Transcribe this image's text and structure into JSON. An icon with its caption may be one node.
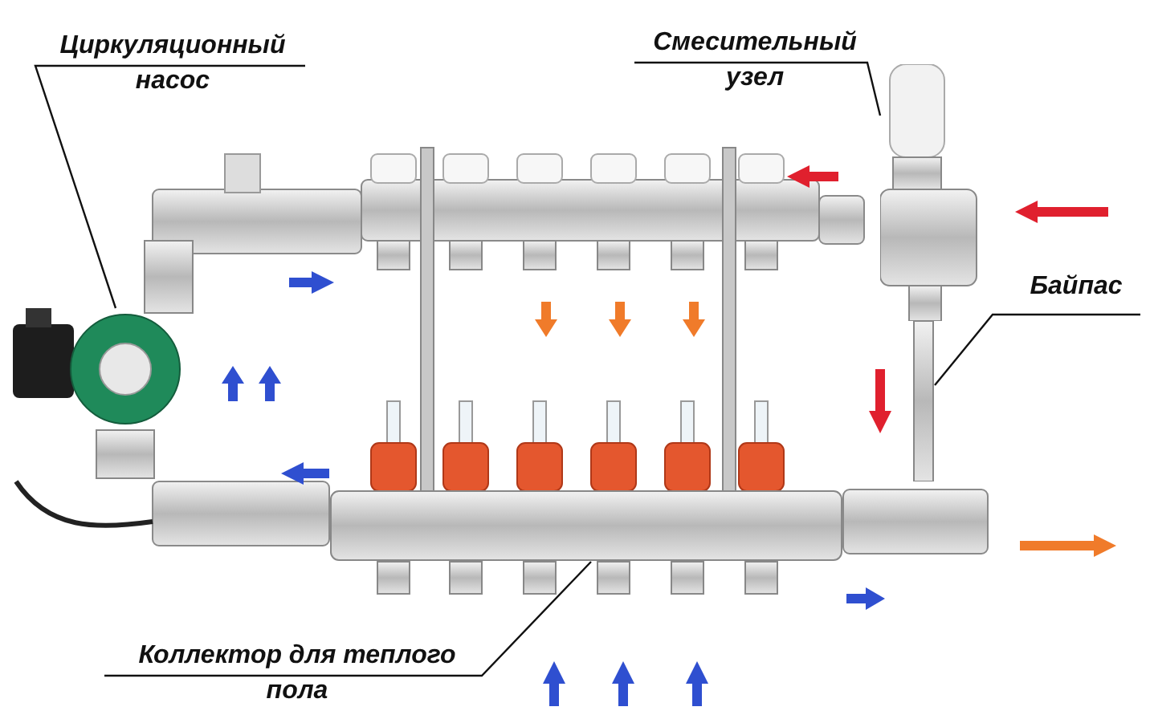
{
  "diagram": {
    "nodes": [
      {
        "text": [
          "Циркуляционный насос"
        ]
      },
      {
        "text": [],
        "shape": "picture"
      },
      {
        "text": [
          "Смесительный узел"
        ]
      },
      {
        "text": [],
        "shape": "picture"
      },
      {
        "text": [
          "Байпас"
        ]
      },
      {
        "text": [],
        "shape": "picture"
      },
      {
        "text": [
          "Коллектор для теплого пола"
        ]
      },
      {
        "text": [],
        "shape": "picture"
      }
    ],
    "edges": [
      {
        "from": 0,
        "to": 1,
        "arrow": "none"
      },
      {
        "from": 2,
        "to": 3,
        "arrow": "none"
      },
      {
        "from": 4,
        "to": 5,
        "arrow": "none"
      },
      {
        "from": 6,
        "to": 7,
        "arrow": "none"
      }
    ]
  }
}
